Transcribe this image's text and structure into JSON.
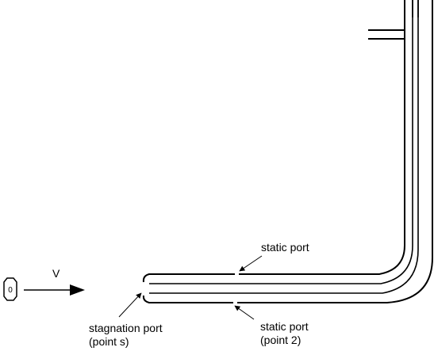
{
  "diagram": {
    "point_marker_label": "0",
    "velocity_label": "V",
    "stagnation_port_label_line1": "stagnation port",
    "stagnation_port_label_line2": "(point s)",
    "static_port_top_label": "static port",
    "static_port_bottom_label_line1": "static port",
    "static_port_bottom_label_line2": "(point 2)"
  }
}
